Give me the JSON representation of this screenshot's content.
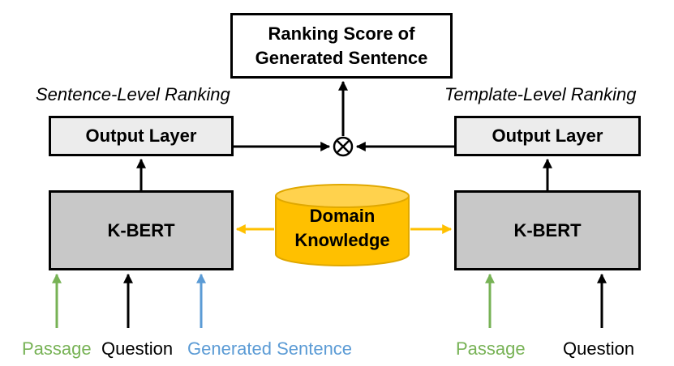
{
  "ranking_score": {
    "line1": "Ranking Score of",
    "line2": "Generated Sentence"
  },
  "left_branch": {
    "label": "Sentence-Level Ranking",
    "output_layer": "Output Layer",
    "encoder": "K-BERT",
    "inputs": {
      "passage": "Passage",
      "question": "Question",
      "generated_sentence": "Generated Sentence"
    }
  },
  "right_branch": {
    "label": "Template-Level Ranking",
    "output_layer": "Output Layer",
    "encoder": "K-BERT",
    "inputs": {
      "passage": "Passage",
      "question": "Question"
    }
  },
  "knowledge": {
    "line1": "Domain",
    "line2": "Knowledge"
  },
  "combine_operator": "⊗",
  "colors": {
    "passage": "#77b255",
    "generated_sentence": "#5b9bd5",
    "knowledge_fill": "#ffc000",
    "knowledge_arrow": "#ffc000",
    "encoder_fill": "#c8c8c8",
    "output_fill": "#ececec"
  }
}
